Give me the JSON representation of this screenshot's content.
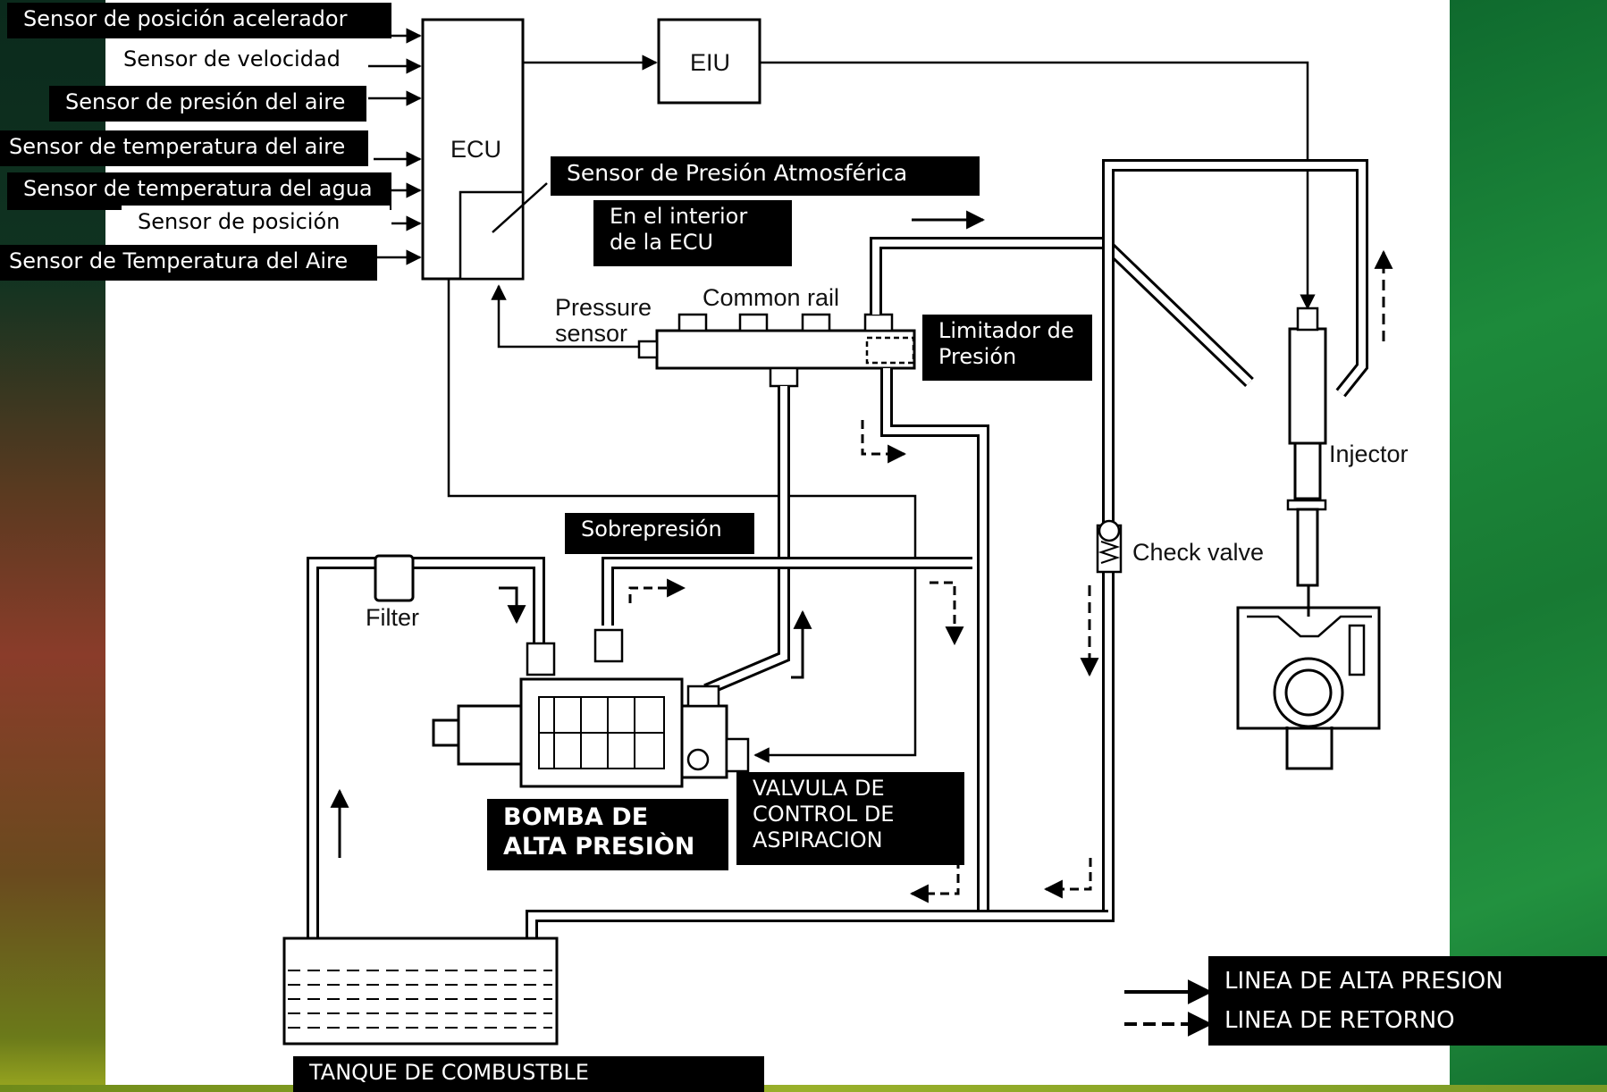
{
  "sensors": [
    "Sensor de  posición  acelerador",
    "Sensor de velocidad",
    "Sensor de presión del aire",
    "Sensor de temperatura del aire",
    "Sensor de temperatura del agua",
    "Sensor de posición",
    "Sensor de Temperatura del Aire"
  ],
  "ecu": {
    "label": "ECU"
  },
  "eiu": {
    "label": "EIU"
  },
  "atmos_sensor": "Sensor de Presión Atmosférica",
  "inside_ecu": [
    "En el interior",
    "de la ECU"
  ],
  "pressure_sensor": [
    "Pressure",
    "sensor"
  ],
  "common_rail": "Common rail",
  "limiter": [
    "Limitador de",
    "Presión"
  ],
  "injector": "Injector",
  "check_valve": "Check valve",
  "overpressure": "Sobrepresión",
  "filter": "Filter",
  "pump": [
    "BOMBA DE",
    "ALTA PRESIÒN"
  ],
  "suction_valve": [
    "VALVULA DE",
    "CONTROL DE",
    "ASPIRACION"
  ],
  "tank": "TANQUE DE COMBUSTBLE",
  "legend": {
    "high_pressure": "LINEA DE ALTA PRESION",
    "return": "LINEA DE RETORNO"
  }
}
